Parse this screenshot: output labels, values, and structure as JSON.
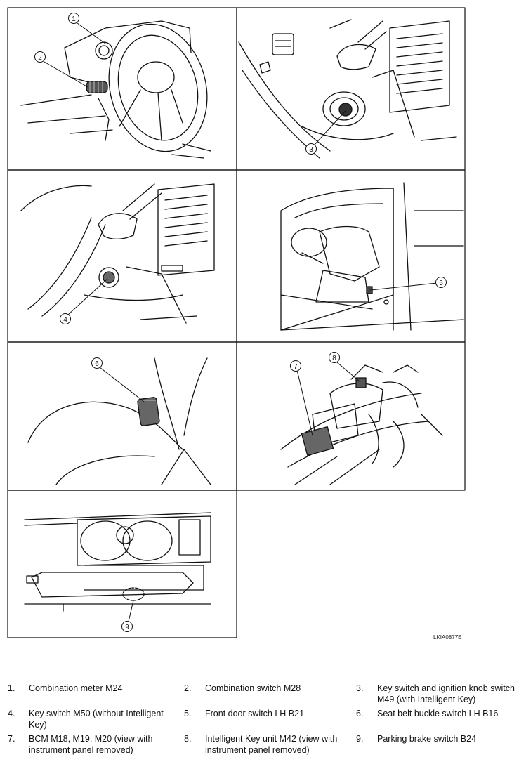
{
  "callouts": [
    "1",
    "2",
    "3",
    "4",
    "5",
    "6",
    "7",
    "8",
    "9"
  ],
  "figure_code": "LKIA0877E",
  "legend": [
    {
      "num": "1.",
      "text": "Combination meter M24"
    },
    {
      "num": "2.",
      "text": "Combination switch M28"
    },
    {
      "num": "3.",
      "text": "Key switch and ignition knob switch M49 (with Intelligent Key)"
    },
    {
      "num": "4.",
      "text": "Key switch M50 (without Intelligent Key)"
    },
    {
      "num": "5.",
      "text": "Front door switch LH B21"
    },
    {
      "num": "6.",
      "text": "Seat belt buckle switch LH B16"
    },
    {
      "num": "7.",
      "text": "BCM M18, M19, M20 (view with instrument panel removed)"
    },
    {
      "num": "8.",
      "text": "Intelligent Key unit M42 (view with instrument panel removed)"
    },
    {
      "num": "9.",
      "text": "Parking brake switch B24"
    }
  ]
}
